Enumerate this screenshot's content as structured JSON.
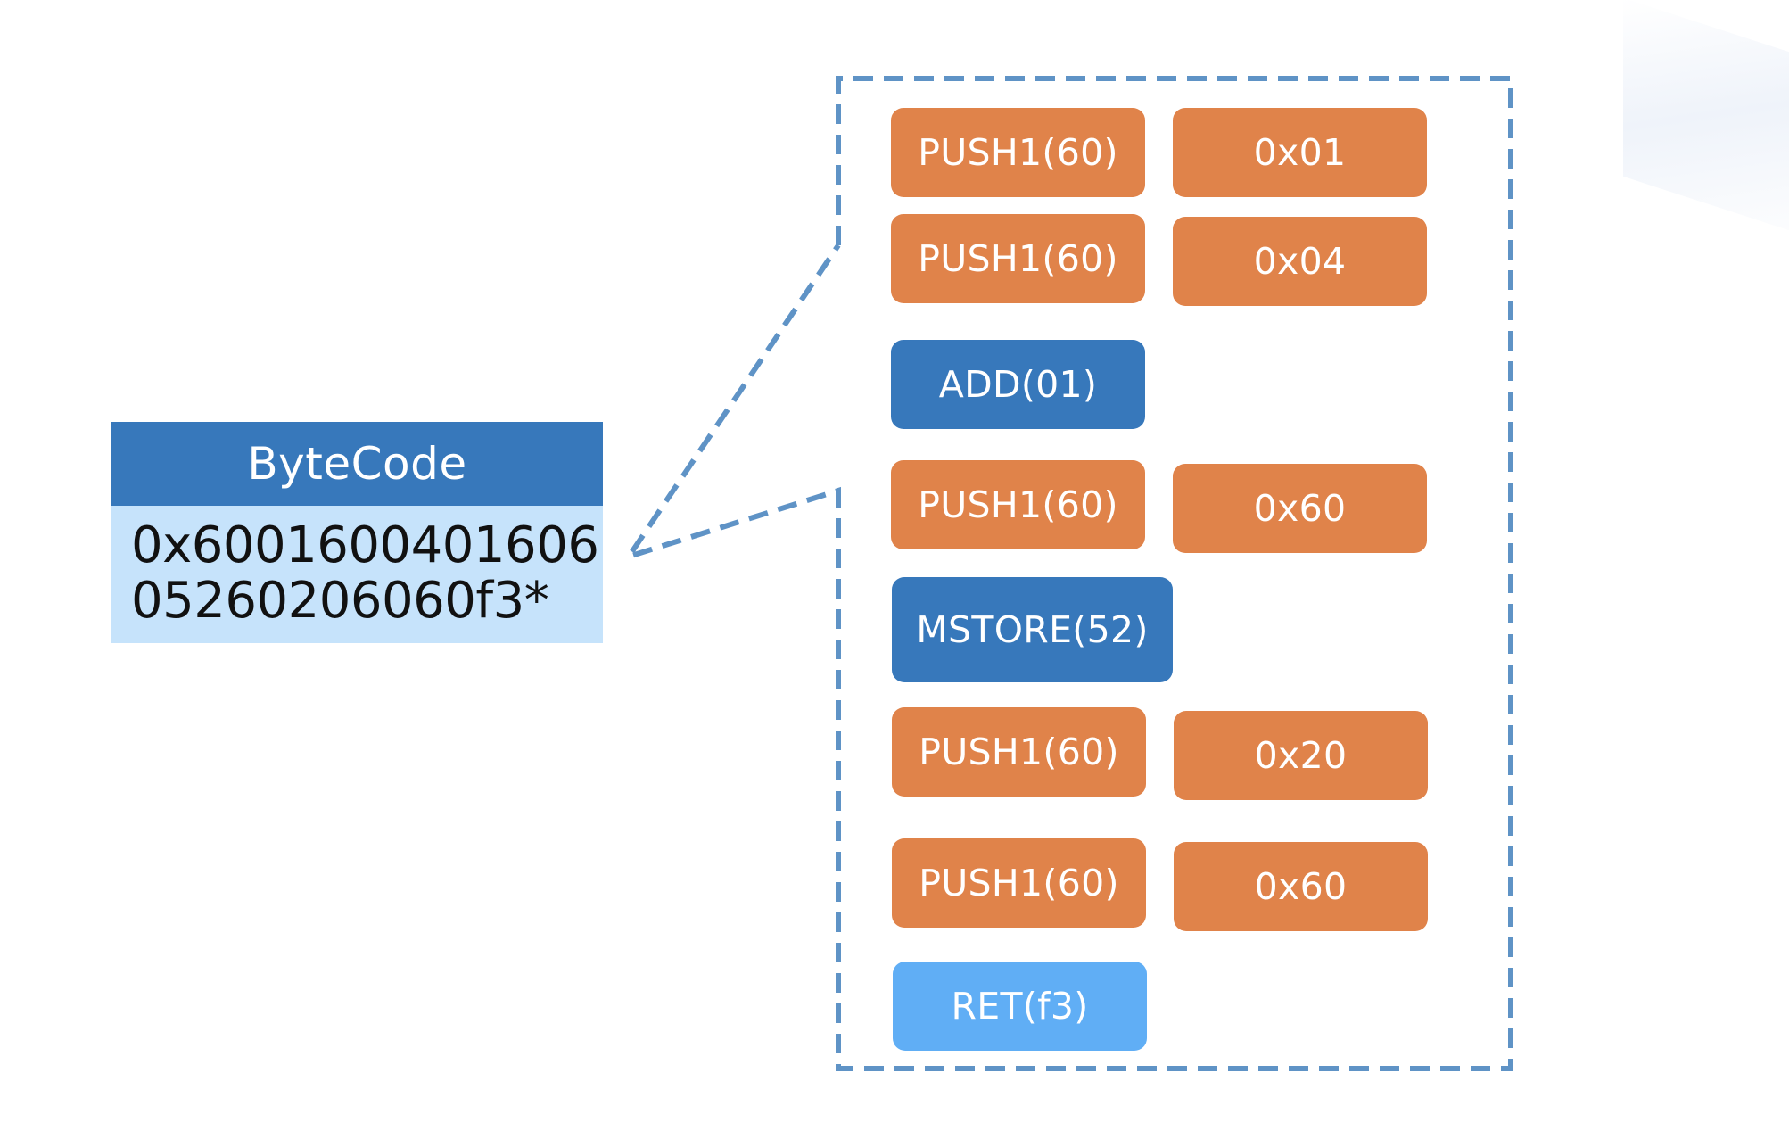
{
  "bytecode": {
    "header": "ByteCode",
    "line1": "0x6001600401606",
    "line2": "05260206060f3*"
  },
  "instructions": [
    {
      "op": "PUSH1(60)",
      "arg": "0x01",
      "color": "#e0834a"
    },
    {
      "op": "PUSH1(60)",
      "arg": "0x04",
      "color": "#e0834a"
    },
    {
      "op": "ADD(01)",
      "arg": "",
      "color": "#3778bb"
    },
    {
      "op": "PUSH1(60)",
      "arg": "0x60",
      "color": "#e0834a"
    },
    {
      "op": "MSTORE(52)",
      "arg": "",
      "color": "#3778bb"
    },
    {
      "op": "PUSH1(60)",
      "arg": "0x20",
      "color": "#e0834a"
    },
    {
      "op": "PUSH1(60)",
      "arg": "0x60",
      "color": "#e0834a"
    },
    {
      "op": "RET(f3)",
      "arg": "",
      "color": "#60aef5"
    }
  ],
  "colors": {
    "push": "#e0834a",
    "op": "#3778bb",
    "ret": "#60aef5",
    "border": "#5f93c6",
    "bytecode_header": "#3778bb",
    "bytecode_body": "#c6e3fb"
  }
}
